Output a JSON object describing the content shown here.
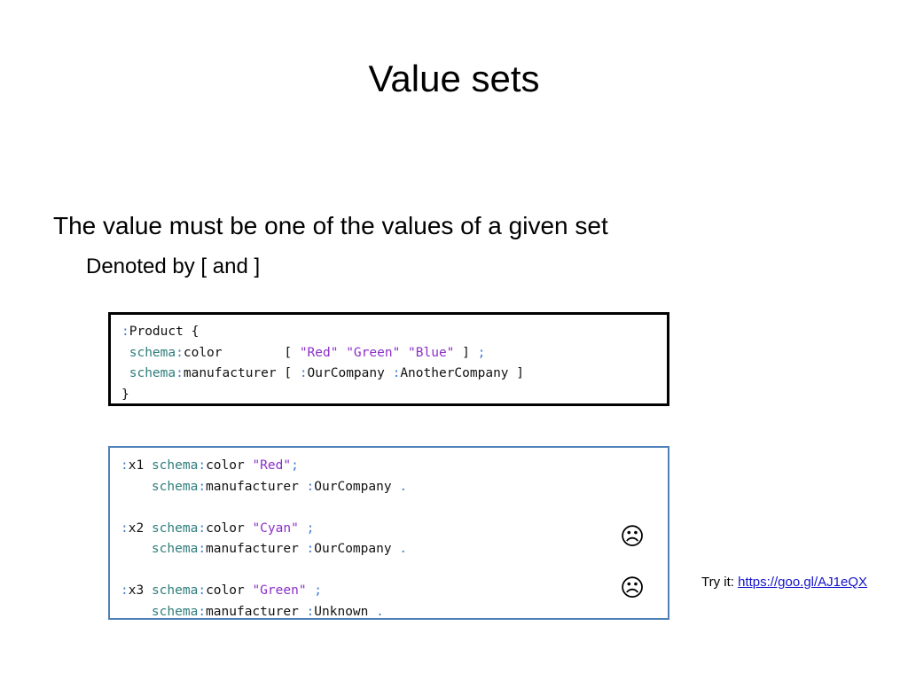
{
  "slide": {
    "title": "Value sets",
    "bullets": [
      {
        "level": 1,
        "text": "The value must be one of the values of a given set"
      },
      {
        "level": 2,
        "text": "Denoted by [ and ]"
      }
    ]
  },
  "schema_box": {
    "border_color": "#000000",
    "lines": [
      [
        {
          "t": ":",
          "c": "punct"
        },
        {
          "t": "Product {",
          "c": "plain"
        }
      ],
      [
        {
          "t": " ",
          "c": "plain"
        },
        {
          "t": "schema",
          "c": "prefix"
        },
        {
          "t": ":",
          "c": "punct"
        },
        {
          "t": "color        [ ",
          "c": "plain"
        },
        {
          "t": "\"Red\" \"Green\" \"Blue\"",
          "c": "literal"
        },
        {
          "t": " ] ",
          "c": "plain"
        },
        {
          "t": ";",
          "c": "punct"
        }
      ],
      [
        {
          "t": " ",
          "c": "plain"
        },
        {
          "t": "schema",
          "c": "prefix"
        },
        {
          "t": ":",
          "c": "punct"
        },
        {
          "t": "manufacturer [ ",
          "c": "plain"
        },
        {
          "t": ":",
          "c": "punct"
        },
        {
          "t": "OurCompany ",
          "c": "plain"
        },
        {
          "t": ":",
          "c": "punct"
        },
        {
          "t": "AnotherCompany ]",
          "c": "plain"
        }
      ],
      [
        {
          "t": "}",
          "c": "plain"
        }
      ]
    ]
  },
  "data_box": {
    "border_color": "#4E81B8",
    "lines": [
      [
        {
          "t": ":",
          "c": "punct"
        },
        {
          "t": "x1 ",
          "c": "plain"
        },
        {
          "t": "schema",
          "c": "prefix"
        },
        {
          "t": ":",
          "c": "punct"
        },
        {
          "t": "color ",
          "c": "plain"
        },
        {
          "t": "\"Red\"",
          "c": "literal"
        },
        {
          "t": ";",
          "c": "punct"
        }
      ],
      [
        {
          "t": "    ",
          "c": "plain"
        },
        {
          "t": "schema",
          "c": "prefix"
        },
        {
          "t": ":",
          "c": "punct"
        },
        {
          "t": "manufacturer ",
          "c": "plain"
        },
        {
          "t": ":",
          "c": "punct"
        },
        {
          "t": "OurCompany ",
          "c": "plain"
        },
        {
          "t": ".",
          "c": "punct"
        }
      ],
      [],
      [
        {
          "t": ":",
          "c": "punct"
        },
        {
          "t": "x2 ",
          "c": "plain"
        },
        {
          "t": "schema",
          "c": "prefix"
        },
        {
          "t": ":",
          "c": "punct"
        },
        {
          "t": "color ",
          "c": "plain"
        },
        {
          "t": "\"Cyan\"",
          "c": "literal"
        },
        {
          "t": " ",
          "c": "plain"
        },
        {
          "t": ";",
          "c": "punct"
        }
      ],
      [
        {
          "t": "    ",
          "c": "plain"
        },
        {
          "t": "schema",
          "c": "prefix"
        },
        {
          "t": ":",
          "c": "punct"
        },
        {
          "t": "manufacturer ",
          "c": "plain"
        },
        {
          "t": ":",
          "c": "punct"
        },
        {
          "t": "OurCompany ",
          "c": "plain"
        },
        {
          "t": ".",
          "c": "punct"
        }
      ],
      [],
      [
        {
          "t": ":",
          "c": "punct"
        },
        {
          "t": "x3 ",
          "c": "plain"
        },
        {
          "t": "schema",
          "c": "prefix"
        },
        {
          "t": ":",
          "c": "punct"
        },
        {
          "t": "color ",
          "c": "plain"
        },
        {
          "t": "\"Green\"",
          "c": "literal"
        },
        {
          "t": " ",
          "c": "plain"
        },
        {
          "t": ";",
          "c": "punct"
        }
      ],
      [
        {
          "t": "    ",
          "c": "plain"
        },
        {
          "t": "schema",
          "c": "prefix"
        },
        {
          "t": ":",
          "c": "punct"
        },
        {
          "t": "manufacturer ",
          "c": "plain"
        },
        {
          "t": ":",
          "c": "punct"
        },
        {
          "t": "Unknown ",
          "c": "plain"
        },
        {
          "t": ".",
          "c": "punct"
        }
      ]
    ]
  },
  "markers": [
    {
      "name": "sad-face-x2",
      "glyph": "☹"
    },
    {
      "name": "sad-face-x3",
      "glyph": "☹"
    }
  ],
  "try_it": {
    "label": "Try it: ",
    "url_text": "https://goo.gl/AJ1eQX",
    "link_color": "#1414CC"
  }
}
